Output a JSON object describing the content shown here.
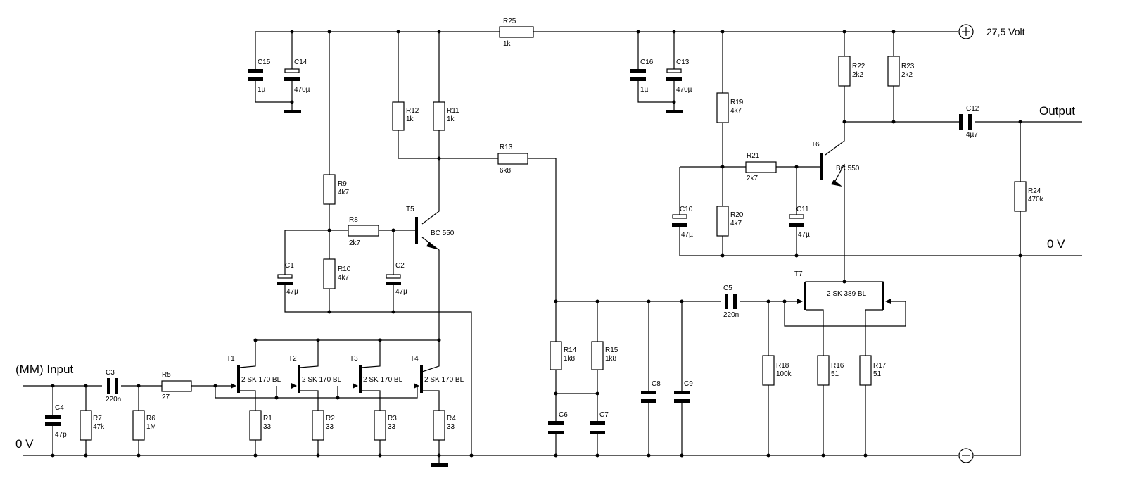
{
  "supply": {
    "positive": "27,5 Volt",
    "plus_symbol": "+",
    "minus_symbol": "−"
  },
  "io": {
    "input": "(MM) Input",
    "output": "Output",
    "ground_left": "0 V",
    "ground_right": "0 V"
  },
  "resistors": {
    "R1": [
      "R1",
      "33"
    ],
    "R2": [
      "R2",
      "33"
    ],
    "R3": [
      "R3",
      "33"
    ],
    "R4": [
      "R4",
      "33"
    ],
    "R5": [
      "R5",
      "27"
    ],
    "R6": [
      "R6",
      "1M"
    ],
    "R7": [
      "R7",
      "47k"
    ],
    "R8": [
      "R8",
      "2k7"
    ],
    "R9": [
      "R9",
      "4k7"
    ],
    "R10": [
      "R10",
      "4k7"
    ],
    "R11": [
      "R11",
      "1k"
    ],
    "R12": [
      "R12",
      "1k"
    ],
    "R13": [
      "R13",
      "6k8"
    ],
    "R14": [
      "R14",
      "1k8"
    ],
    "R15": [
      "R15",
      "1k8"
    ],
    "R16": [
      "R16",
      "51"
    ],
    "R17": [
      "R17",
      "51"
    ],
    "R18": [
      "R18",
      "100k"
    ],
    "R19": [
      "R19",
      "4k7"
    ],
    "R20": [
      "R20",
      "4k7"
    ],
    "R21": [
      "R21",
      "2k7"
    ],
    "R22": [
      "R22",
      "2k2"
    ],
    "R23": [
      "R23",
      "2k2"
    ],
    "R24": [
      "R24",
      "470k"
    ],
    "R25": [
      "R25",
      "1k"
    ]
  },
  "capacitors": {
    "C1": [
      "C1",
      "47µ"
    ],
    "C2": [
      "C2",
      "47µ"
    ],
    "C3": [
      "C3",
      "220n"
    ],
    "C4": [
      "C4",
      "47p"
    ],
    "C5": [
      "C5",
      "220n"
    ],
    "C6": [
      "C6",
      ""
    ],
    "C7": [
      "C7",
      ""
    ],
    "C8": [
      "C8",
      ""
    ],
    "C9": [
      "C9",
      ""
    ],
    "C10": [
      "C10",
      "47µ"
    ],
    "C11": [
      "C11",
      "47µ"
    ],
    "C12": [
      "C12",
      "4µ7"
    ],
    "C13": [
      "C13",
      "470µ"
    ],
    "C14": [
      "C14",
      "470µ"
    ],
    "C15": [
      "C15",
      "1µ"
    ],
    "C16": [
      "C16",
      "1µ"
    ]
  },
  "transistors": {
    "T1": [
      "T1",
      "2 SK 170 BL"
    ],
    "T2": [
      "T2",
      "2 SK 170 BL"
    ],
    "T3": [
      "T3",
      "2 SK 170 BL"
    ],
    "T4": [
      "T4",
      "2 SK 170 BL"
    ],
    "T5": [
      "T5",
      "BC 550"
    ],
    "T6": [
      "T6",
      "BC 550"
    ],
    "T7": [
      "T7",
      "2 SK 389 BL"
    ]
  }
}
